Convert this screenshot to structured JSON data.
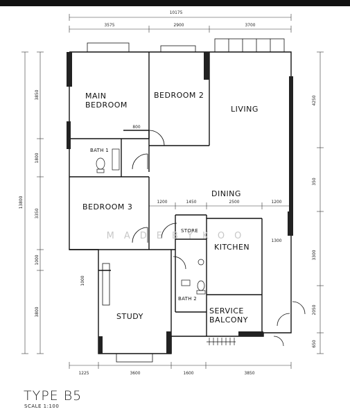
{
  "plan": {
    "type_label": "TYPE B5",
    "scale_label": "SCALE  1:100",
    "watermark": "MADEBYKOO",
    "rooms": {
      "main_bedroom_1": "MAIN",
      "main_bedroom_2": "BEDROOM",
      "bedroom2": "BEDROOM 2",
      "living": "LIVING",
      "dining": "DINING",
      "bedroom3": "BEDROOM 3",
      "bath1": "BATH 1",
      "store": "STORE",
      "kitchen": "KITCHEN",
      "bath2": "BATH 2",
      "study": "STUDY",
      "service_1": "SERVICE",
      "service_2": "BALCONY"
    },
    "dimensions": {
      "top_total": "10175",
      "top_1": "3575",
      "top_2": "2900",
      "top_3": "3700",
      "left_total": "13800",
      "left_1": "3850",
      "left_2": "1800",
      "left_3": "3350",
      "left_4": "1000",
      "left_5": "3800",
      "right_1": "4250",
      "right_2": "350",
      "right_3": "3300",
      "right_4": "2050",
      "right_5": "650",
      "bottom_1": "1225",
      "bottom_2": "3600",
      "bottom_3": "1600",
      "bottom_4": "3850",
      "inner_800": "800",
      "inner_1200a": "1200",
      "inner_1450": "1450",
      "inner_2500": "2500",
      "inner_1200b": "1200",
      "inner_1300": "1300",
      "inner_1000": "1000"
    }
  }
}
